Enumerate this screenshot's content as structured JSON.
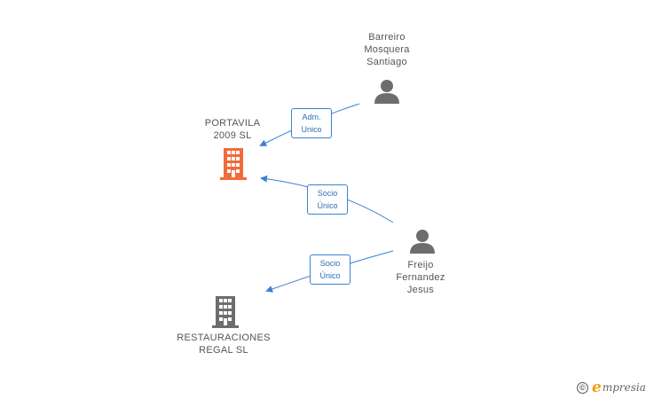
{
  "colors": {
    "edge": "#3a82d0",
    "company_active": "#f26b38",
    "company_inactive": "#6d6d6d",
    "person": "#6d6d6d",
    "brand_accent": "#f39c12"
  },
  "nodes": {
    "barreiro": {
      "lines": [
        "Barreiro",
        "Mosquera",
        "Santiago"
      ],
      "icon": "person-icon"
    },
    "portavila": {
      "lines": [
        "PORTAVILA",
        "2009 SL"
      ],
      "icon": "building-icon"
    },
    "freijo": {
      "lines": [
        "Freijo",
        "Fernandez",
        "Jesus"
      ],
      "icon": "person-icon"
    },
    "restauraciones": {
      "lines": [
        "RESTAURACIONES",
        "REGAL SL"
      ],
      "icon": "building-icon"
    }
  },
  "relations": [
    {
      "lines": [
        "Adm.",
        "Unico"
      ]
    },
    {
      "lines": [
        "Socio",
        "Único"
      ]
    },
    {
      "lines": [
        "Socio",
        "Único"
      ]
    }
  ],
  "brand": {
    "copyright_symbol": "©",
    "e": "e",
    "name": "mpresia"
  }
}
